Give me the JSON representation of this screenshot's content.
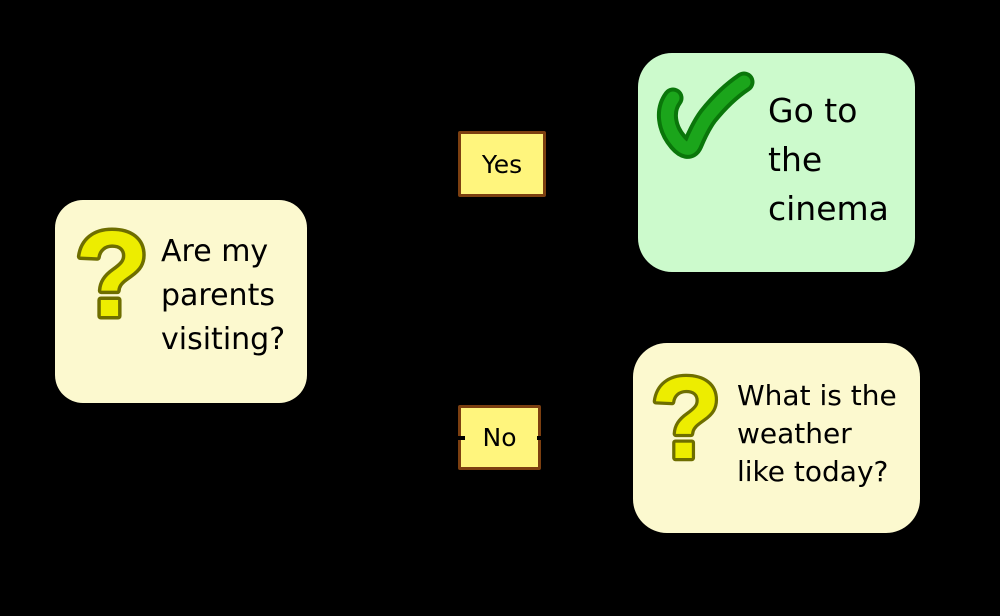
{
  "canvas": {
    "background": "#000000"
  },
  "decision_node": {
    "lines": [
      "Are my",
      "parents",
      "visiting?"
    ],
    "bg": "#FCF9CF"
  },
  "branch_labels": {
    "yes": "Yes",
    "no": "No",
    "bg": "#FFF57D",
    "border": "#7C3F10"
  },
  "outcome_cinema": {
    "lines": [
      "Go to",
      "the",
      "cinema"
    ],
    "bg": "#CCFACC"
  },
  "outcome_weather": {
    "lines": [
      "What is the",
      "weather",
      "like today?"
    ],
    "bg": "#FCF9CF"
  },
  "icons": {
    "question_mark": {
      "glyph": "?",
      "fill": "#EDED00",
      "outline": "#6E6E00"
    },
    "checkmark": {
      "fill": "#1BA51B",
      "outline": "#0A760A"
    }
  }
}
